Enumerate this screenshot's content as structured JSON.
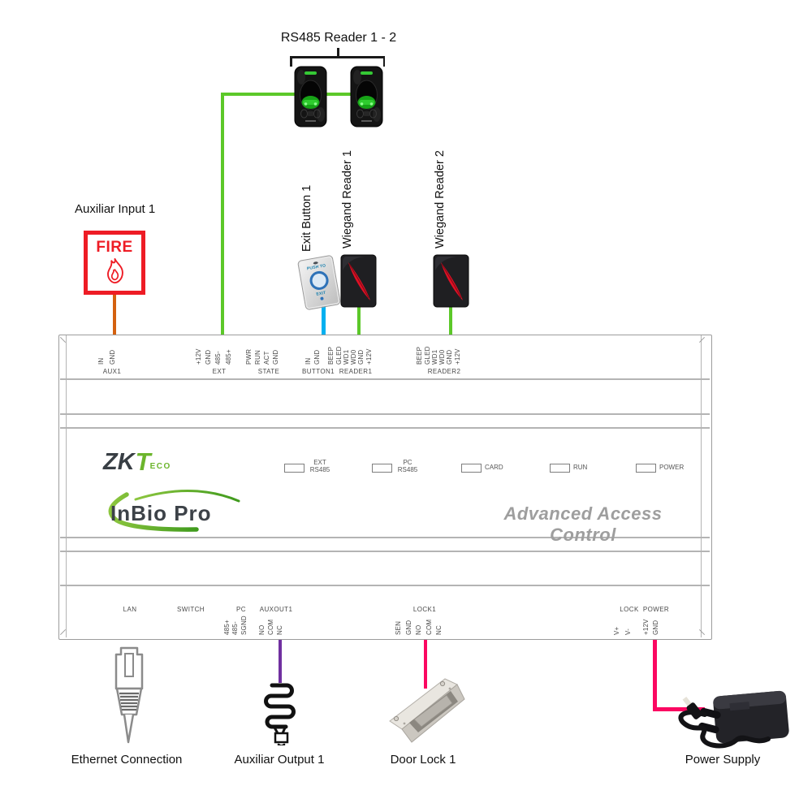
{
  "colors": {
    "wire_green": "#5cc829",
    "wire_orange": "#d4610f",
    "wire_cyan": "#00b0f0",
    "wire_purple": "#7030a0",
    "wire_pink": "#fb0761",
    "fire_red": "#ee1c25",
    "brand_green": "#6cb52c",
    "brand_dark": "#3d4248",
    "tagline_gray": "#9e9e9e"
  },
  "annotations": {
    "rs485_readers": "RS485 Reader 1 - 2",
    "aux_input": "Auxiliar Input 1",
    "fire": "FIRE",
    "exit_button": "Exit Button 1",
    "wiegand_reader_1": "Wiegand Reader 1",
    "wiegand_reader_2": "Wiegand Reader 2"
  },
  "exit_button_device": {
    "top_text": "PUSH TO",
    "bottom_text": "EXIT"
  },
  "panel": {
    "logo": {
      "zk": "ZK",
      "t": "T",
      "eco": "ECO"
    },
    "model": "InBio Pro",
    "tagline": "Advanced Access Control",
    "leds": [
      {
        "line1": "EXT",
        "line2": "RS485"
      },
      {
        "line1": "PC",
        "line2": "RS485"
      },
      {
        "line1": "CARD",
        "line2": ""
      },
      {
        "line1": "RUN",
        "line2": ""
      },
      {
        "line1": "POWER",
        "line2": ""
      }
    ],
    "top_terminals": [
      {
        "name": "AUX1",
        "pins": [
          "IN",
          "GND"
        ]
      },
      {
        "name": "EXT",
        "pins": [
          "+12V",
          "GND",
          "485-",
          "485+"
        ]
      },
      {
        "name": "STATE",
        "pins": [
          "PWR",
          "RUN",
          "ACT",
          "GND"
        ]
      },
      {
        "name": "BUTTON1",
        "pins": [
          "IN",
          "GND"
        ]
      },
      {
        "name": "READER1",
        "pins": [
          "BEEP",
          "GLED",
          "WD1",
          "WD0",
          "GND",
          "+12V"
        ]
      },
      {
        "name": "READER2",
        "pins": [
          "BEEP",
          "GLED",
          "WD1",
          "WD0",
          "GND",
          "+12V"
        ]
      }
    ],
    "bottom_terminals": [
      {
        "name": "LAN",
        "pins": []
      },
      {
        "name": "SWITCH",
        "pins": []
      },
      {
        "name": "PC",
        "pins": [
          "485+",
          "485-",
          "SGND"
        ]
      },
      {
        "name": "AUXOUT1",
        "pins": [
          "NO",
          "COM",
          "NC"
        ]
      },
      {
        "name": "LOCK1",
        "pins": [
          "SEN",
          "GND",
          "NO",
          "COM",
          "NC"
        ]
      },
      {
        "name": "LOCK",
        "pins": [
          "V+",
          "V-"
        ]
      },
      {
        "name": "POWER",
        "pins": [
          "+12V",
          "GND"
        ]
      }
    ]
  },
  "captions": {
    "ethernet": "Ethernet Connection",
    "aux_output": "Auxiliar Output 1",
    "door_lock": "Door Lock 1",
    "power_supply": "Power Supply"
  }
}
